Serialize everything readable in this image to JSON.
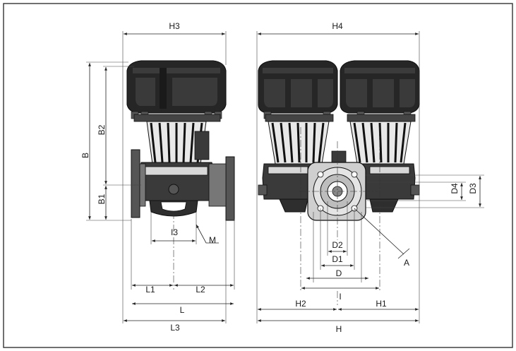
{
  "labels": {
    "h3": "H3",
    "h4": "H4",
    "b": "B",
    "b1": "B1",
    "b2": "B2",
    "l1": "L1",
    "l2": "L2",
    "l": "L",
    "l3": "L3",
    "i3": "I3",
    "m": "M",
    "d": "D",
    "d1": "D1",
    "d2": "D2",
    "d3": "D3",
    "d4": "D4",
    "i": "I",
    "h1": "H1",
    "h2": "H2",
    "h": "H",
    "a": "A"
  },
  "colors": {
    "line": "#1a1a1a",
    "motor_cover": "#262626",
    "pump_body": "#3a3a3a",
    "flange": "#555555",
    "fins": "#2e2e2e",
    "border": "#333333"
  }
}
